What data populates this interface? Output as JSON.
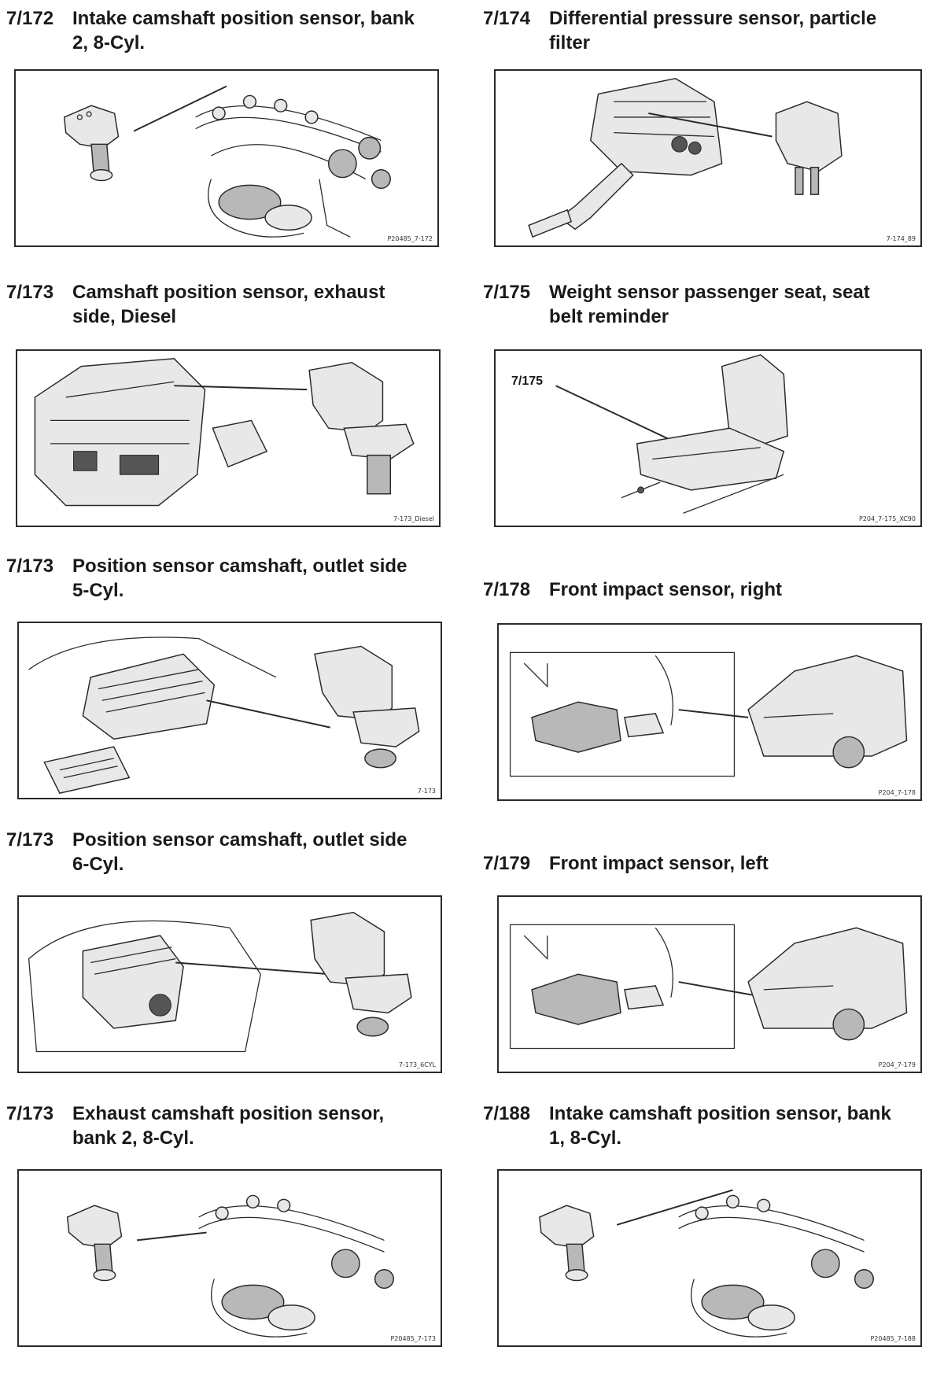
{
  "entries": [
    {
      "code": "7/172",
      "title": "Intake camshaft position sensor, bank 2, 8-Cyl.",
      "ref": "P20485_7-172"
    },
    {
      "code": "7/174",
      "title": "Differential pressure sensor, particle filter",
      "ref": "7-174_89"
    },
    {
      "code": "7/173",
      "title": "Camshaft position sensor, exhaust side, Diesel",
      "ref": "7-173_Diesel"
    },
    {
      "code": "7/175",
      "title": "Weight sensor passenger seat, seat belt reminder",
      "ref": "P204_7-175_XC90",
      "callout": "7/175"
    },
    {
      "code": "7/173",
      "title": "Position sensor camshaft, outlet side 5-Cyl.",
      "ref": "7-173"
    },
    {
      "code": "7/178",
      "title": "Front impact sensor, right",
      "ref": "P204_7-178"
    },
    {
      "code": "7/173",
      "title": "Position sensor camshaft, outlet side 6-Cyl.",
      "ref": "7-173_6CYL"
    },
    {
      "code": "7/179",
      "title": "Front impact sensor, left",
      "ref": "P204_7-179"
    },
    {
      "code": "7/173",
      "title": "Exhaust camshaft position sensor, bank 2, 8-Cyl.",
      "ref": "P20485_7-173"
    },
    {
      "code": "7/188",
      "title": "Intake camshaft position sensor, bank 1, 8-Cyl.",
      "ref": "P20485_7-188"
    }
  ]
}
